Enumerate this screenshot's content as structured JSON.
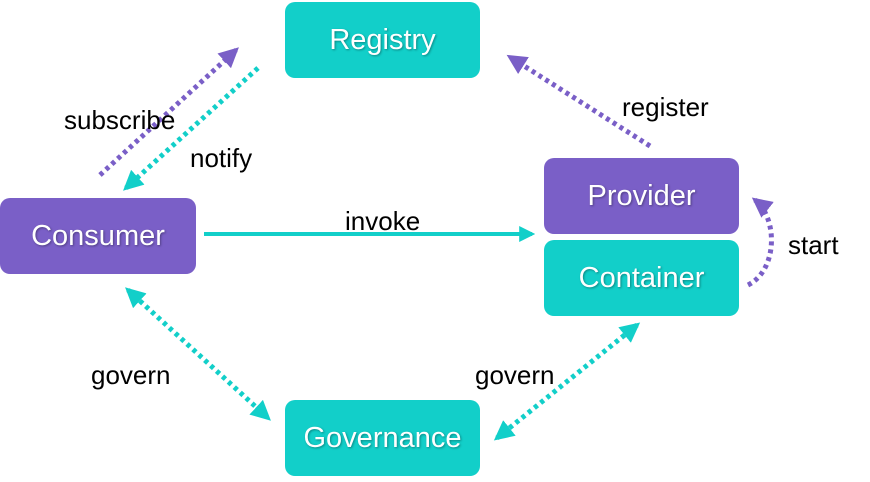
{
  "nodes": {
    "registry": "Registry",
    "provider": "Provider",
    "container": "Container",
    "consumer": "Consumer",
    "governance": "Governance"
  },
  "edges": {
    "subscribe": "subscribe",
    "notify": "notify",
    "register": "register",
    "invoke": "invoke",
    "start": "start",
    "govern_left": "govern",
    "govern_right": "govern"
  },
  "colors": {
    "teal": "#12cfc9",
    "purple": "#7a5fc7"
  }
}
